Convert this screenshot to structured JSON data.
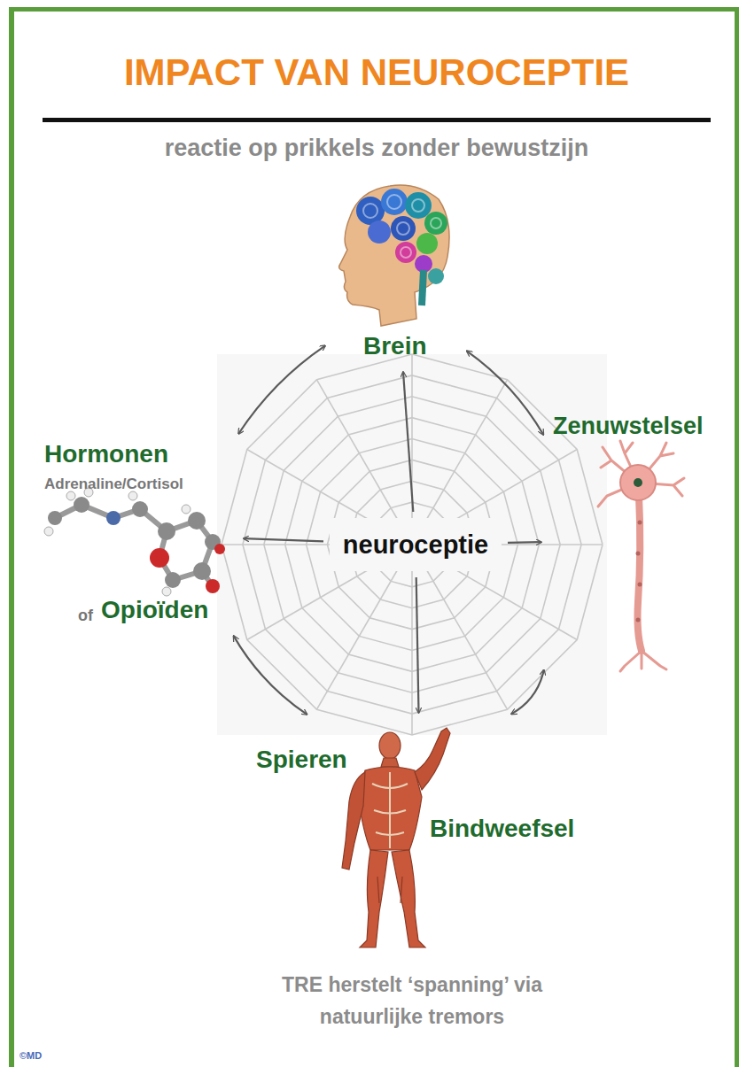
{
  "diagram": {
    "title": "IMPACT VAN NEUROCEPTIE",
    "caption": "TRE herstelt ‘spanning’ via natuurlijke tremors",
    "nodes": [
      {
        "text": [
          "neuroceptie"
        ]
      },
      {
        "text": [
          "Brein"
        ]
      },
      {
        "text": [
          "Zenuwstelsel"
        ]
      },
      {
        "text": [
          "Hormonen",
          "Adrenaline/Cortisol",
          "of",
          "Opioïden"
        ]
      },
      {
        "text": [
          "Spieren",
          "Bindweefsel"
        ]
      }
    ],
    "edges": [
      {
        "from": 0,
        "to": 1,
        "arrow": "to"
      },
      {
        "from": 0,
        "to": 2,
        "arrow": "to"
      },
      {
        "from": 0,
        "to": 4,
        "arrow": "to"
      },
      {
        "from": 0,
        "to": 3,
        "arrow": "to"
      },
      {
        "from": 1,
        "to": 2,
        "arrow": "both"
      },
      {
        "from": 2,
        "to": 4,
        "arrow": "both"
      },
      {
        "from": 4,
        "to": 3,
        "arrow": "both"
      },
      {
        "from": 3,
        "to": 1,
        "arrow": "both"
      }
    ],
    "labels": [
      "reactie op prikkels zonder bewustzijn",
      "©MD"
    ]
  }
}
